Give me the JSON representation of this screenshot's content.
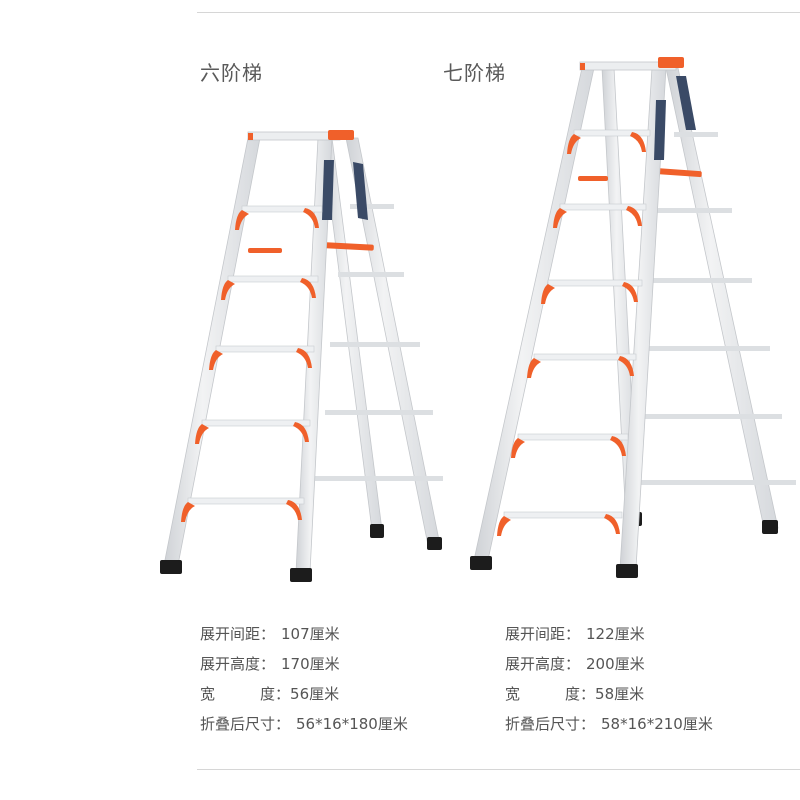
{
  "products": [
    {
      "title": "六阶梯",
      "steps": 6,
      "specs": [
        {
          "label": "展开间距：",
          "value": "107厘米"
        },
        {
          "label": "展开高度：",
          "value": "170厘米"
        },
        {
          "label_first": "宽",
          "label_second": "度：",
          "value": "56厘米"
        },
        {
          "label": "折叠后尺寸：",
          "value": "56*16*180厘米"
        }
      ]
    },
    {
      "title": "七阶梯",
      "steps": 7,
      "specs": [
        {
          "label": "展开间距：",
          "value": "122厘米"
        },
        {
          "label": "展开高度：",
          "value": "200厘米"
        },
        {
          "label_first": "宽",
          "label_second": "度：",
          "value": "58厘米"
        },
        {
          "label": "折叠后尺寸：",
          "value": "58*16*210厘米"
        }
      ]
    }
  ],
  "colors": {
    "aluminum": "#e6e8ea",
    "aluminum_shadow": "#c9ccd0",
    "bracket_orange": "#f0602a",
    "foot_black": "#1c1c1c",
    "label_navy": "#3a4a66",
    "divider": "#d6d6d6",
    "text": "#555555"
  }
}
